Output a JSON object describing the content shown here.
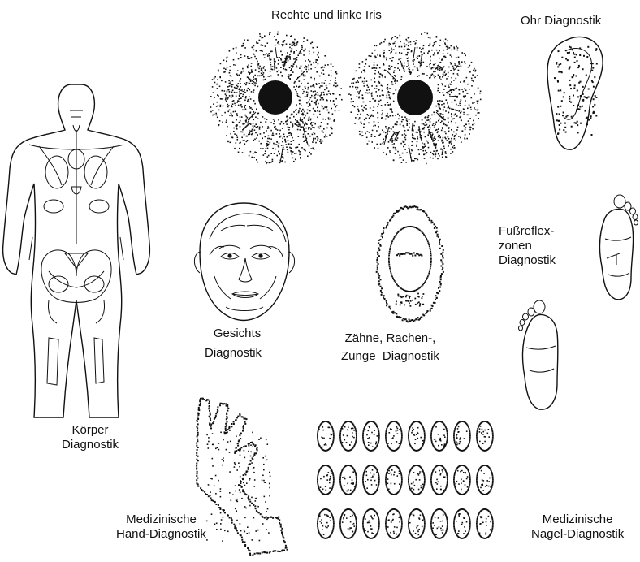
{
  "labels": {
    "iris": "Rechte und linke Iris",
    "ear": "Ohr Diagnostik",
    "foot_line1": "Fußreflex-",
    "foot_line2": "zonen",
    "foot_line3": "Diagnostik",
    "face_line1": "Gesichts",
    "face_line2": "Diagnostik",
    "mouth_line1": "Zähne, Rachen-,",
    "mouth_line2": "Zunge  Diagnostik",
    "body_line1": "Körper",
    "body_line2": "Diagnostik",
    "hand_line1": "Medizinische",
    "hand_line2": "Hand-Diagnostik",
    "nail_line1": "Medizinische",
    "nail_line2": "Nagel-Diagnostik"
  },
  "colors": {
    "ink": "#111111",
    "background": "#ffffff"
  }
}
